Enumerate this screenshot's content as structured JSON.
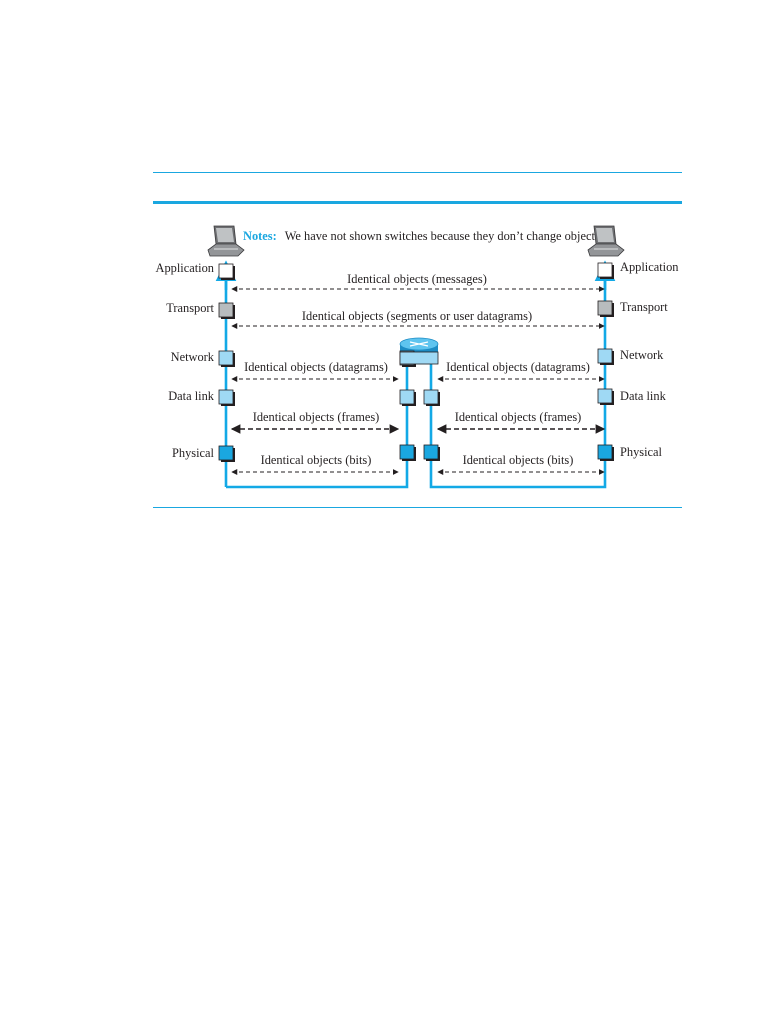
{
  "notes": {
    "label": "Notes:",
    "text": "We have not shown switches because they don’t change objects."
  },
  "layers": {
    "left": [
      "Application",
      "Transport",
      "Network",
      "Data link",
      "Physical"
    ],
    "right": [
      "Application",
      "Transport",
      "Network",
      "Data link",
      "Physical"
    ]
  },
  "relations": {
    "messages": "Identical objects (messages)",
    "segments": "Identical objects (segments or user datagrams)",
    "datagrams_left": "Identical objects (datagrams)",
    "datagrams_right": "Identical objects (datagrams)",
    "frames_left": "Identical objects (frames)",
    "frames_right": "Identical objects (frames)",
    "bits_left": "Identical objects (bits)",
    "bits_right": "Identical objects (bits)"
  },
  "colors": {
    "accent": "#1aa7e0",
    "path": "#13a9e6",
    "box_white": "#ffffff",
    "box_gray": "#b8bcbe",
    "box_light": "#9fd9f4",
    "box_medium": "#54c0ee",
    "box_dark": "#1aa7e0",
    "router": "#3fb4e8"
  },
  "icons": {
    "host": "laptop-icon",
    "router": "router-icon"
  }
}
